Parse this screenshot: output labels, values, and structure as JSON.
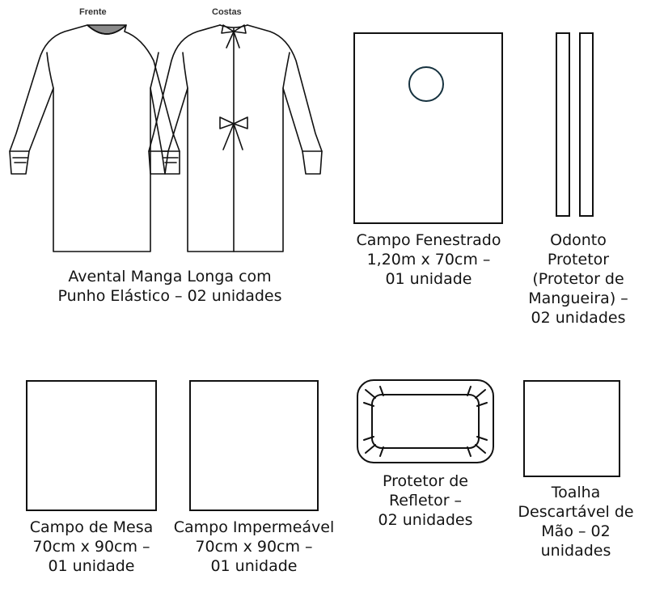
{
  "colors": {
    "outline": "#111111",
    "circle_stroke": "#16323f",
    "neckline_fill": "#8a8a8a",
    "text": "#141414"
  },
  "gown": {
    "front_label": "Frente",
    "back_label": "Costas",
    "caption_lines": [
      "Avental Manga Longa com",
      "Punho Elástico – 02 unidades"
    ]
  },
  "fenestrated_drape": {
    "caption_lines": [
      "Campo Fenestrado",
      "1,20m x 70cm –",
      "01 unidade"
    ]
  },
  "hose_protector": {
    "caption_lines": [
      "Odonto",
      "Protetor",
      "(Protetor de",
      "Mangueira) –",
      "02 unidades"
    ]
  },
  "table_drape": {
    "caption_lines": [
      "Campo de Mesa",
      "70cm x 90cm –",
      "01 unidade"
    ]
  },
  "waterproof_drape": {
    "caption_lines": [
      "Campo Impermeável",
      "70cm x 90cm –",
      "01 unidade"
    ]
  },
  "reflector_protector": {
    "caption_lines": [
      "Protetor de",
      "Refletor –",
      "02 unidades"
    ]
  },
  "hand_towel": {
    "caption_lines": [
      "Toalha",
      "Descartável de",
      "Mão – 02",
      "unidades"
    ]
  }
}
